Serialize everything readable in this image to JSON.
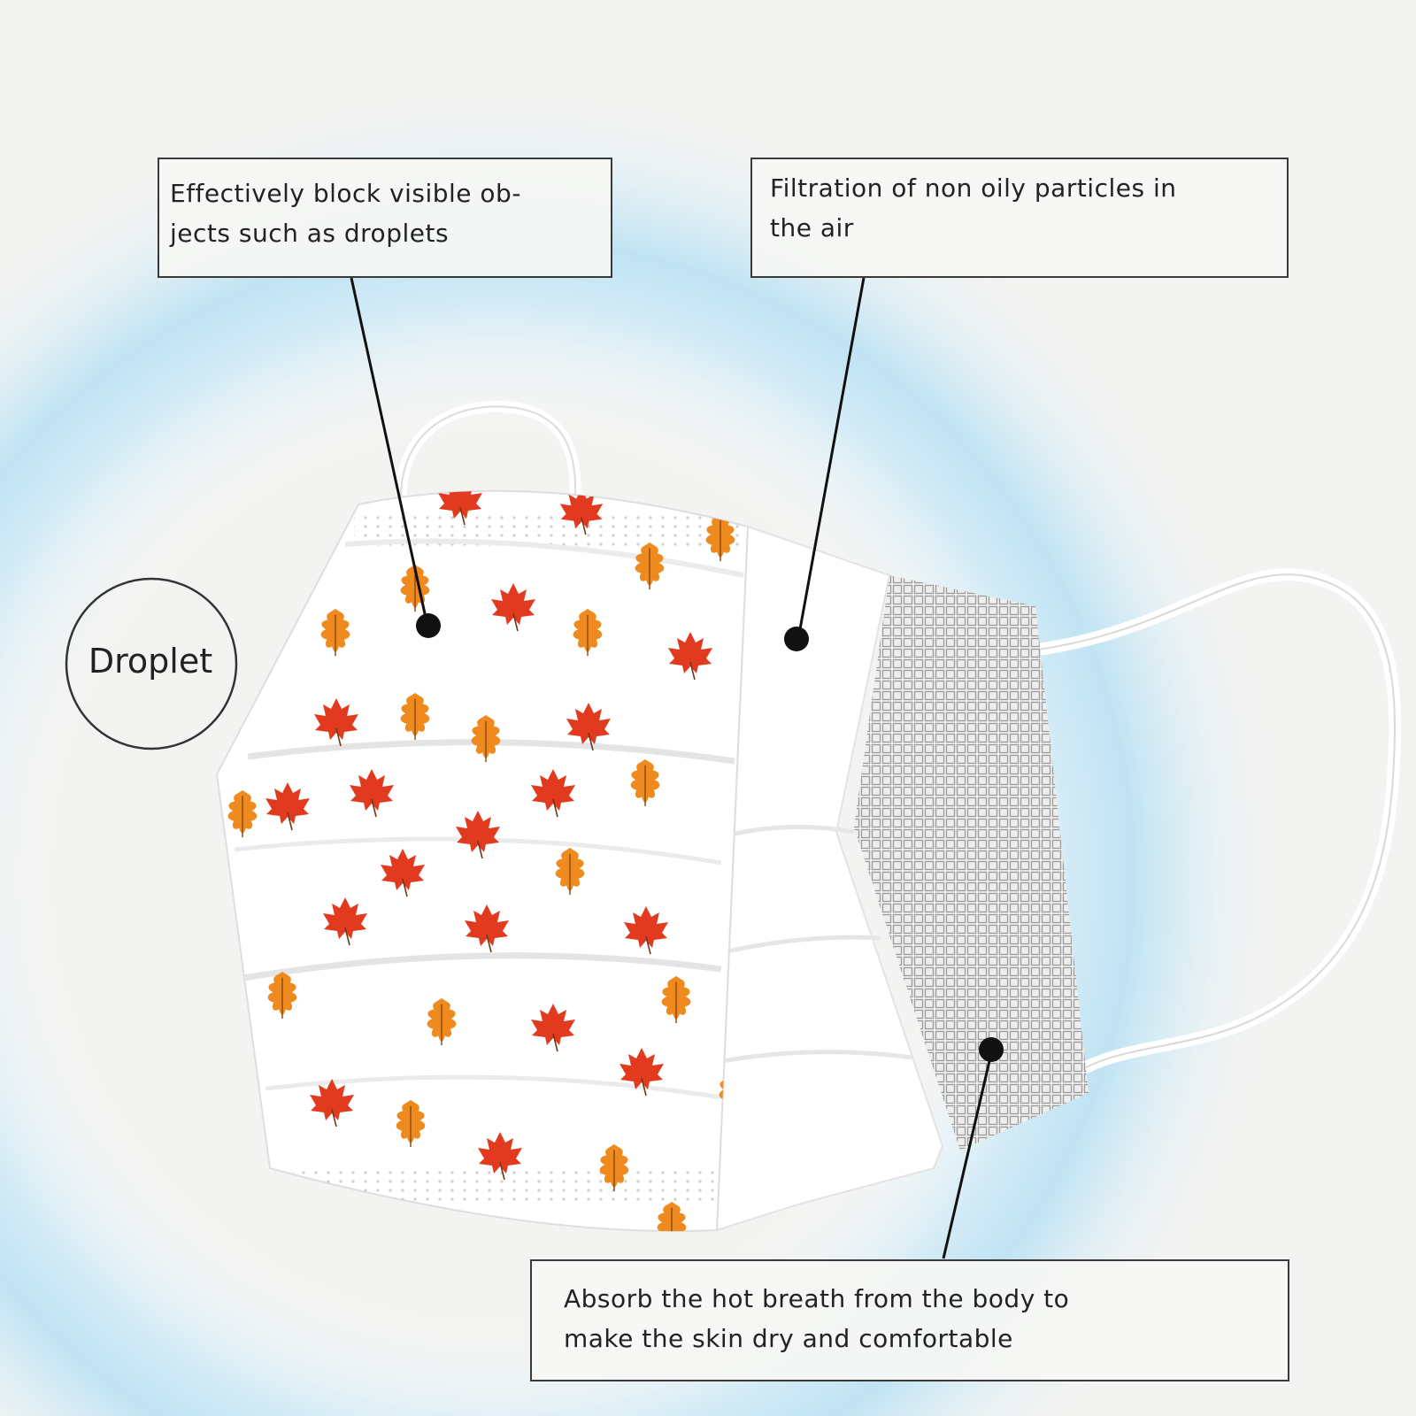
{
  "callouts": {
    "block_droplets": "Effectively block visible ob-\njects such as droplets",
    "filtration": "Filtration of non oily particles in\nthe air",
    "absorb_breath": "Absorb the hot breath from the body to\nmake the skin dry and comfortable"
  },
  "droplet_label": "Droplet",
  "colors": {
    "background": "#f3f3f1",
    "droplet_glow": "#bfe3f3",
    "mask_white": "#ffffff",
    "inner_mesh": "#d8d8d8",
    "leaf_red": "#e23a1e",
    "leaf_orange": "#ef8a1e",
    "outline": "#222222"
  }
}
